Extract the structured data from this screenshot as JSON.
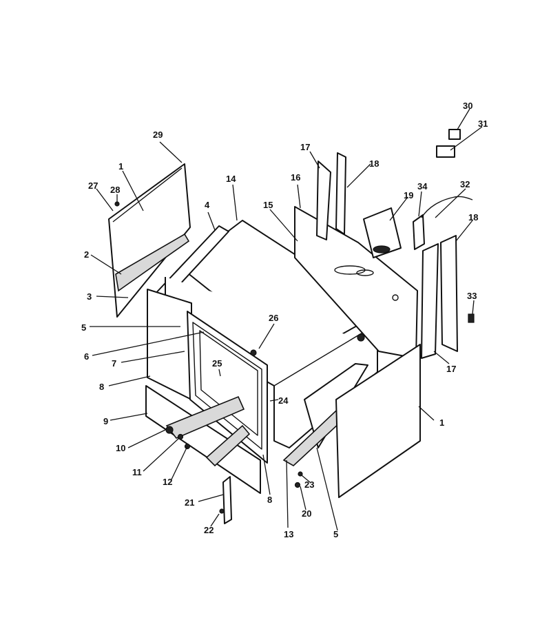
{
  "callouts": {
    "c1a": "1",
    "c1b": "1",
    "c2": "2",
    "c3": "3",
    "c4": "4",
    "c5a": "5",
    "c5b": "5",
    "c6": "6",
    "c7": "7",
    "c8a": "8",
    "c8b": "8",
    "c9": "9",
    "c10": "10",
    "c11": "11",
    "c12": "12",
    "c13": "13",
    "c14": "14",
    "c15": "15",
    "c16": "16",
    "c17a": "17",
    "c17b": "17",
    "c18a": "18",
    "c18b": "18",
    "c19": "19",
    "c20": "20",
    "c21": "21",
    "c22": "22",
    "c23": "23",
    "c24": "24",
    "c25": "25",
    "c26": "26",
    "c27": "27",
    "c28": "28",
    "c29": "29",
    "c30": "30",
    "c31": "31",
    "c32": "32",
    "c33": "33",
    "c34": "34"
  }
}
